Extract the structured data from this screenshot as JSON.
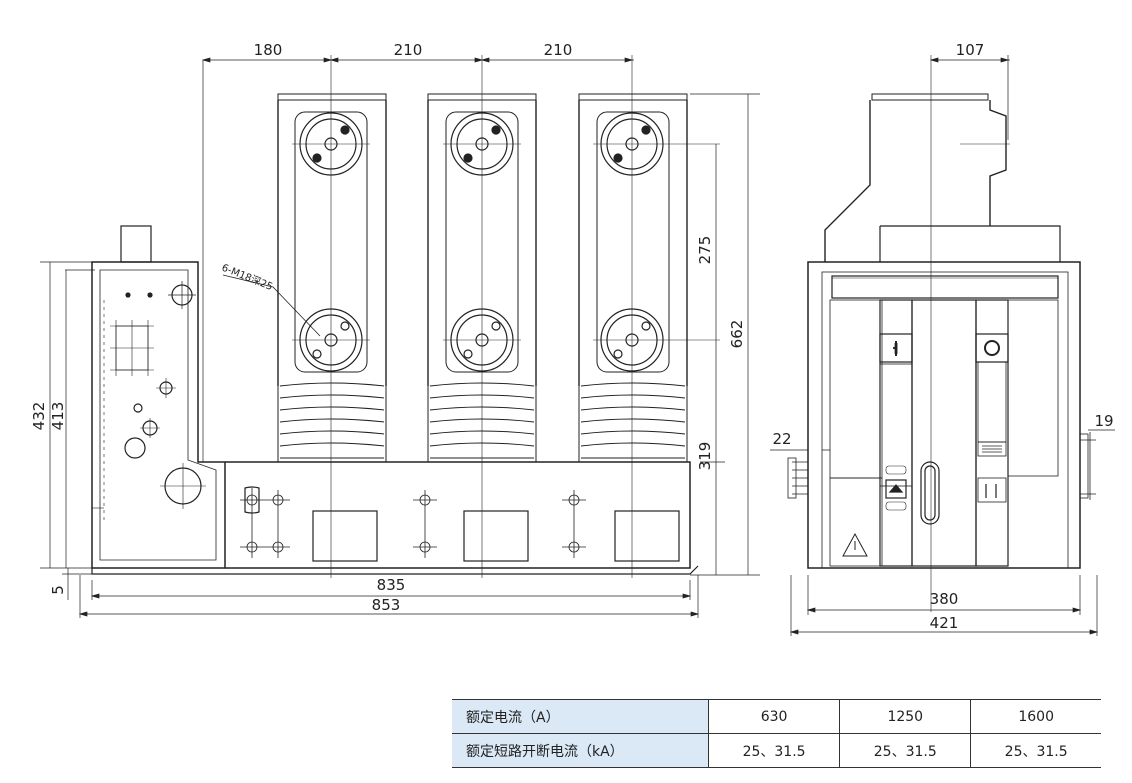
{
  "dimensions": {
    "top_pitch_left": "180",
    "top_pitch_mid": "210",
    "top_pitch_right": "210",
    "side_top": "107",
    "height_432": "432",
    "height_413": "413",
    "base_5": "5",
    "span_275": "275",
    "height_662": "662",
    "height_319": "319",
    "width_835": "835",
    "width_853": "853",
    "side_22": "22",
    "side_19": "19",
    "width_380": "380",
    "width_421": "421"
  },
  "annotation": {
    "hole_note": "6-M18深25"
  },
  "panel": {
    "on_symbol": "I",
    "off_symbol": "O"
  },
  "table": {
    "rows": [
      {
        "label": "额定电流（A）",
        "values": [
          "630",
          "1250",
          "1600"
        ]
      },
      {
        "label": "额定短路开断电流（kA）",
        "values": [
          "25、31.5",
          "25、31.5",
          "25、31.5"
        ]
      }
    ]
  },
  "colors": {
    "line": "#222222",
    "table_header_bg": "#dbe9f6"
  }
}
